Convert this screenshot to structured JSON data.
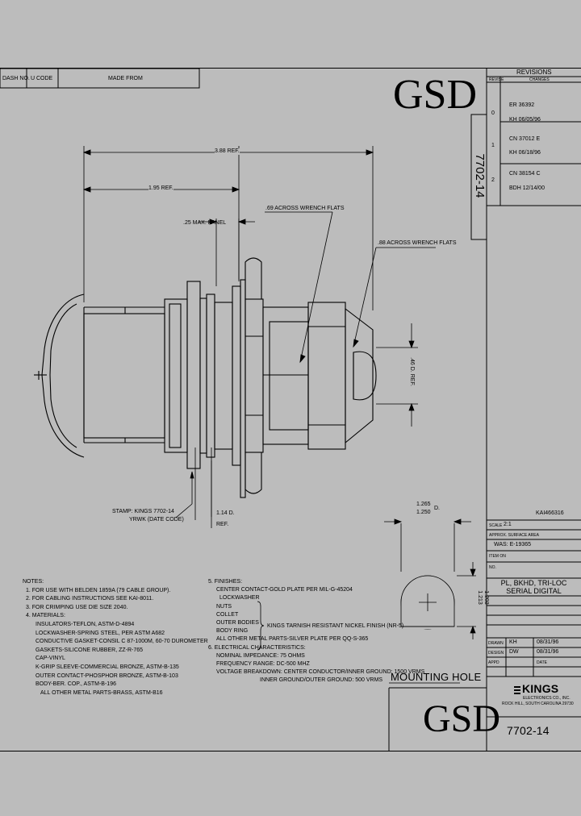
{
  "header": {
    "dash_no": "DASH NO.",
    "u_code": "U CODE",
    "made_from": "MADE FROM"
  },
  "brand": {
    "logo_top": "GSD",
    "logo_bottom": "GSD"
  },
  "revisions": {
    "title": "REVISIONS",
    "col_rev": "REVISE",
    "col_changes": "CHANGES",
    "rows": [
      {
        "rev": "0",
        "line1": "ER 36392",
        "line2": "KH 06/05/96"
      },
      {
        "rev": "1",
        "line1": "CN 37012 E",
        "line2": "KH 06/18/96"
      },
      {
        "rev": "2",
        "line1": "CN 38154 C",
        "line2": "BDH 12/14/00"
      }
    ]
  },
  "part_vertical": "7702-14",
  "dimensions": {
    "overall": "3.88 REF.",
    "body": "1.95 REF.",
    "panel": ".25 MAX. PANEL",
    "wrench1": ".69 ACROSS WRENCH FLATS",
    "wrench2": ".88 ACROSS WRENCH FLATS",
    "dia_ref": ".46 D. REF.",
    "dia114_1": "1.14 D.",
    "dia114_2": "REF.",
    "stamp1": "STAMP: KINGS 7702-14",
    "stamp2": "YRWK (DATE CODE)"
  },
  "mounting": {
    "d1": "1.265",
    "d2": "1.250",
    "d_suffix": "D.",
    "h1": "1.213",
    "h2": "1.203",
    "label": "MOUNTING HOLE"
  },
  "notes_left": {
    "title": "NOTES:",
    "items": [
      "1. FOR USE WITH BELDEN 1859A (79 CABLE GROUP).",
      "2. FOR CABLING INSTRUCTIONS SEE KAI-8011.",
      "3. FOR CRIMPING USE DIE SIZE 2040.",
      "4. MATERIALS:",
      "INSULATORS-TEFLON, ASTM-D-4894",
      "LOCKWASHER-SPRING STEEL, PER ASTM A682",
      "CONDUCTIVE GASKET-CONSIL C 87-1000M, 60-70 DUROMETER",
      "GASKETS-SILICONE RUBBER, ZZ-R-765",
      "CAP-VINYL",
      "K-GRIP SLEEVE-COMMERCIAL BRONZE, ASTM-B-135",
      "OUTER CONTACT-PHOSPHOR BRONZE, ASTM-B-103",
      "BODY-BER. COP., ASTM-B-196",
      "ALL OTHER METAL PARTS-BRASS, ASTM-B16"
    ]
  },
  "notes_right": {
    "finishes_title": "5. FINISHES:",
    "finishes": [
      "CENTER CONTACT-GOLD PLATE PER MIL-G-45204",
      "LOCKWASHER",
      "NUTS",
      "COLLET",
      "OUTER BODIES",
      "BODY RING"
    ],
    "finish_brace": "KINGS TARNISH RESISTANT NICKEL FINISH (NR-5)",
    "finish_other": "ALL OTHER METAL PARTS-SILVER PLATE PER QQ-S-365",
    "elec_title": "6. ELECTRICAL CHARACTERISTICS:",
    "elec": [
      "NOMINAL IMPEDANCE: 75 OHMS",
      "FREQUENCY RANGE: DC-500 MHZ",
      "VOLTAGE BREAKDOWN: CENTER CONDUCTOR/INNER GROUND: 1500 VRMS",
      "INNER GROUND/OUTER GROUND: 500 VRMS"
    ]
  },
  "title_block": {
    "drawing_no": "KAI466316",
    "scale_label": "SCALE",
    "scale_value": "2:1",
    "approx_label": "APPROX. SURFACE AREA",
    "was_label": "WAS: E-19365",
    "item_label": "ITEM ON",
    "no_label": "NO.",
    "title1": "PL, BKHD, TRI-LOC",
    "title2": "SERIAL DIGITAL",
    "drawn_label": "DRAWN",
    "drawn_by": "KH",
    "drawn_date": "08/31/96",
    "design_label": "DESIGN",
    "design_by": "DW",
    "design_date": "08/31/96",
    "appd_label": "APPD",
    "date_label": "DATE",
    "company": "KINGS",
    "company_line1": "ELECTRONICS CO., INC.",
    "company_line2": "ROCK HILL, SOUTH CAROLINA 29730",
    "part_number": "7702-14"
  }
}
